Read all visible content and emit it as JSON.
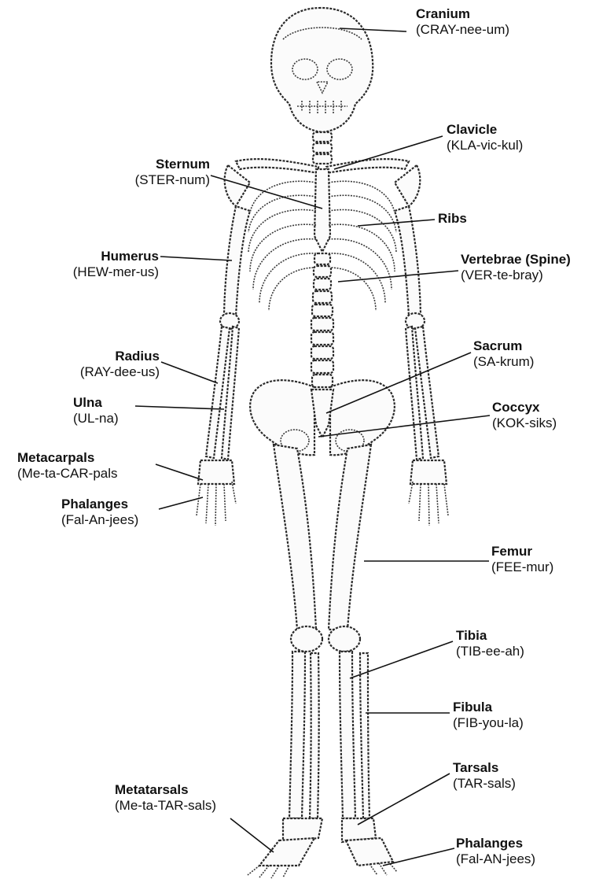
{
  "labels": {
    "cranium": {
      "name": "Cranium",
      "pron": "(CRAY-nee-um)"
    },
    "clavicle": {
      "name": "Clavicle",
      "pron": "(KLA-vic-kul)"
    },
    "sternum": {
      "name": "Sternum",
      "pron": "(STER-num)"
    },
    "ribs": {
      "name": "Ribs",
      "pron": ""
    },
    "humerus": {
      "name": "Humerus",
      "pron": "(HEW-mer-us)"
    },
    "vertebrae": {
      "name": "Vertebrae (Spine)",
      "pron": "(VER-te-bray)"
    },
    "radius": {
      "name": "Radius",
      "pron": "(RAY-dee-us)"
    },
    "sacrum": {
      "name": "Sacrum",
      "pron": "(SA-krum)"
    },
    "ulna": {
      "name": "Ulna",
      "pron": "(UL-na)"
    },
    "coccyx": {
      "name": "Coccyx",
      "pron": "(KOK-siks)"
    },
    "metacarpals": {
      "name": "Metacarpals",
      "pron": "(Me-ta-CAR-pals"
    },
    "phalanges_hand": {
      "name": "Phalanges",
      "pron": "(Fal-An-jees)"
    },
    "femur": {
      "name": "Femur",
      "pron": "(FEE-mur)"
    },
    "tibia": {
      "name": "Tibia",
      "pron": "(TIB-ee-ah)"
    },
    "fibula": {
      "name": "Fibula",
      "pron": "(FIB-you-la)"
    },
    "tarsals": {
      "name": "Tarsals",
      "pron": "(TAR-sals)"
    },
    "metatarsals": {
      "name": "Metatarsals",
      "pron": "(Me-ta-TAR-sals)"
    },
    "phalanges_foot": {
      "name": "Phalanges",
      "pron": "(Fal-AN-jees)"
    }
  }
}
